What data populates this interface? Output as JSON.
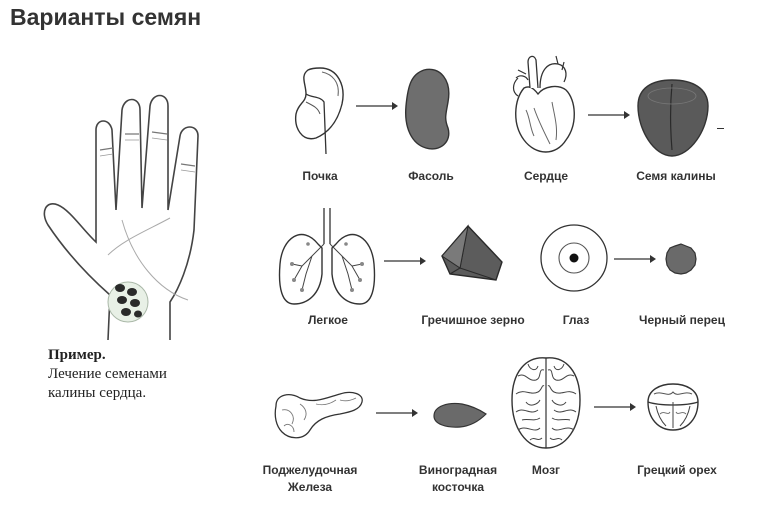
{
  "title": "Варианты семян",
  "example": {
    "heading": "Пример.",
    "line1": "Лечение семенами",
    "line2": "калины сердца."
  },
  "pairs": [
    {
      "organ": "Почка",
      "seed": "Фасоль"
    },
    {
      "organ": "Сердце",
      "seed": "Семя калины"
    },
    {
      "organ": "Легкое",
      "seed": "Гречишное зерно"
    },
    {
      "organ": "Глаз",
      "seed": "Черный перец"
    },
    {
      "organ_line1": "Поджелудочная",
      "organ_line2": "Железа",
      "seed_line1": "Виноградная",
      "seed_line2": "косточка"
    },
    {
      "organ": "Мозг",
      "seed": "Грецкий орех"
    }
  ],
  "icons": {
    "hand": "hand-illustration-icon",
    "kidney": "kidney-icon",
    "bean": "bean-icon",
    "heart": "heart-icon",
    "viburnum_seed": "viburnum-seed-icon",
    "lungs": "lungs-icon",
    "buckwheat": "buckwheat-grain-icon",
    "eye": "eye-icon",
    "pepper": "black-pepper-icon",
    "pancreas": "pancreas-icon",
    "grape_seed": "grape-seed-icon",
    "brain": "brain-icon",
    "walnut": "walnut-icon"
  }
}
